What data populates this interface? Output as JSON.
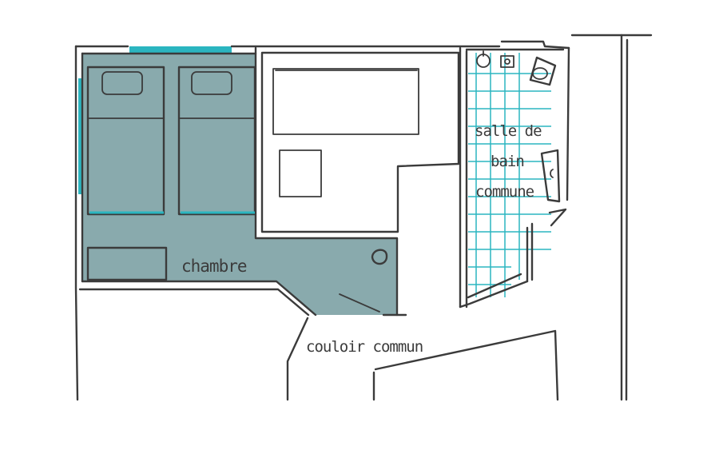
{
  "colors": {
    "room_fill": "#89aaad",
    "accent_teal": "#2bb5c0",
    "line": "#3b3b3b",
    "background": "#ffffff"
  },
  "labels": {
    "bedroom": "chambre",
    "bathroom_line1": "salle de",
    "bathroom_line2": "bain",
    "bathroom_line3": "commune",
    "corridor": "couloir commun"
  },
  "icons": {
    "sink": "sink-icon",
    "toilet": "toilet-icon",
    "bathtub": "bathtub-icon",
    "beds": "bed-icon",
    "wash_basin": "washbasin-icon"
  }
}
